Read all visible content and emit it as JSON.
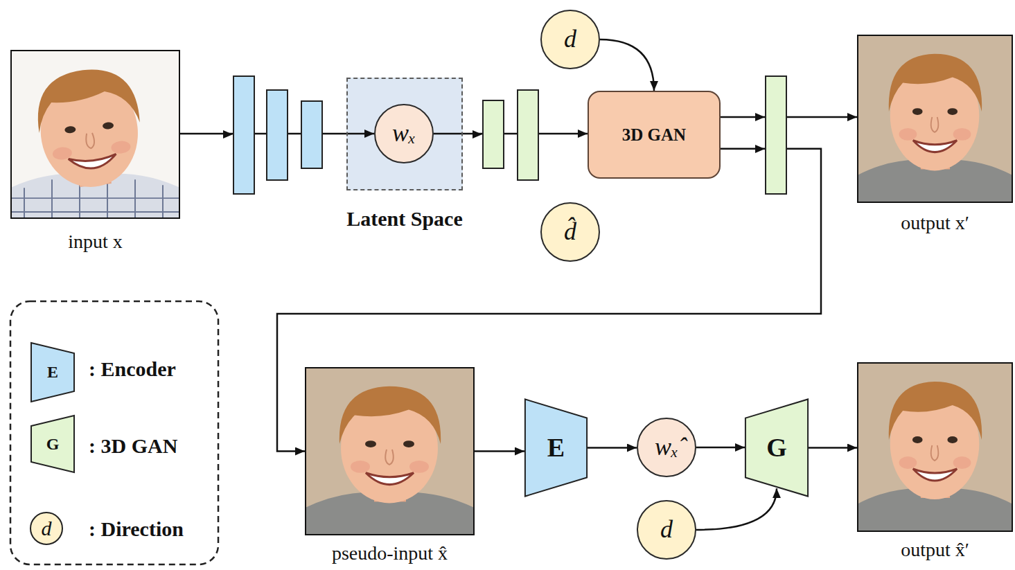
{
  "diagram": {
    "nodes": [
      {
        "text": [
          "input x"
        ]
      },
      {
        "text": [
          "Latent Space"
        ]
      },
      {
        "text": [
          "wₓ"
        ],
        "in": 1
      },
      {
        "text": [
          "d"
        ]
      },
      {
        "text": [
          "3D GAN"
        ]
      },
      {
        "text": [
          "d̂"
        ]
      },
      {
        "text": [
          "output x′"
        ]
      },
      {
        "text": [
          "pseudo-input x̂"
        ]
      },
      {
        "text": [
          "E"
        ]
      },
      {
        "text": [
          "wₓ̂"
        ]
      },
      {
        "text": [
          "G"
        ]
      },
      {
        "text": [
          "d"
        ]
      },
      {
        "text": [
          "output x̂′"
        ]
      }
    ],
    "edges": [
      {
        "from": 0,
        "to": 2,
        "arrow": "to"
      },
      {
        "from": 2,
        "to": 4,
        "arrow": "to"
      },
      {
        "from": 3,
        "to": 4,
        "arrow": "to"
      },
      {
        "from": 4,
        "to": 6,
        "arrow": "to"
      },
      {
        "from": 4,
        "to": 7,
        "arrow": "to"
      },
      {
        "from": 7,
        "to": 8,
        "arrow": "to"
      },
      {
        "from": 8,
        "to": 9,
        "arrow": "to"
      },
      {
        "from": 9,
        "to": 10,
        "arrow": "to"
      },
      {
        "from": 10,
        "to": 12,
        "arrow": "to"
      },
      {
        "from": 11,
        "to": 10,
        "arrow": "to"
      }
    ],
    "labels": [
      "E",
      "G",
      "d"
    ],
    "legend": [
      {
        "text": ": Encoder"
      },
      {
        "text": ": 3D GAN"
      },
      {
        "text": ": Direction"
      }
    ]
  }
}
